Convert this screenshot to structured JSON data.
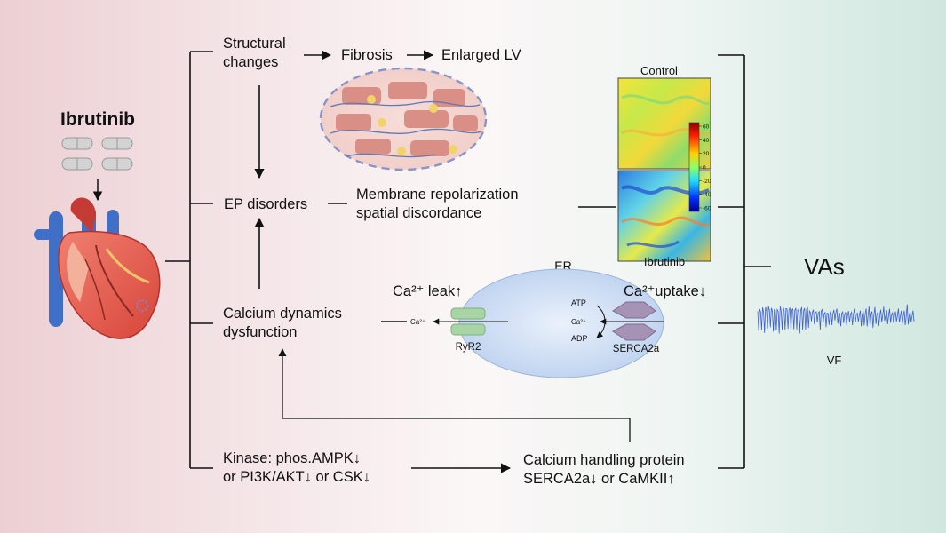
{
  "drug": "Ibrutinib",
  "structural": {
    "line1": "Structural",
    "line2": "changes"
  },
  "fibrosis": "Fibrosis",
  "enlarged_lv": "Enlarged LV",
  "ep_disorders": "EP disorders",
  "membrane": {
    "line1": "Membrane repolarization",
    "line2": "spatial discordance"
  },
  "calcium": {
    "line1": "Calcium dynamics",
    "line2": "dysfunction"
  },
  "kinase": {
    "line1": "Kinase: phos.AMPK↓",
    "line2": "or PI3K/AKT↓ or CSK↓"
  },
  "handling": {
    "line1": "Calcium handling protein",
    "line2": "SERCA2a↓ or CaMKII↑"
  },
  "er": {
    "label": "ER",
    "leak": "Ca²⁺ leak↑",
    "uptake": "Ca²⁺uptake↓",
    "ryr2": "RyR2",
    "serca2a": "SERCA2a",
    "atp": "ATP",
    "adp": "ADP",
    "ca_ion": "Ca²⁺"
  },
  "map": {
    "control": "Control",
    "ibrutinib": "Ibrutinib",
    "colorbar_ticks": [
      "60",
      "40",
      "20",
      "0",
      "-20",
      "-40",
      "-60"
    ]
  },
  "vas": "VAs",
  "vf": "VF",
  "colors": {
    "arrow": "#111111",
    "er_fill": "#bcd3ef",
    "ryr2": "#a8d4a6",
    "serca2a": "#a592b4"
  }
}
